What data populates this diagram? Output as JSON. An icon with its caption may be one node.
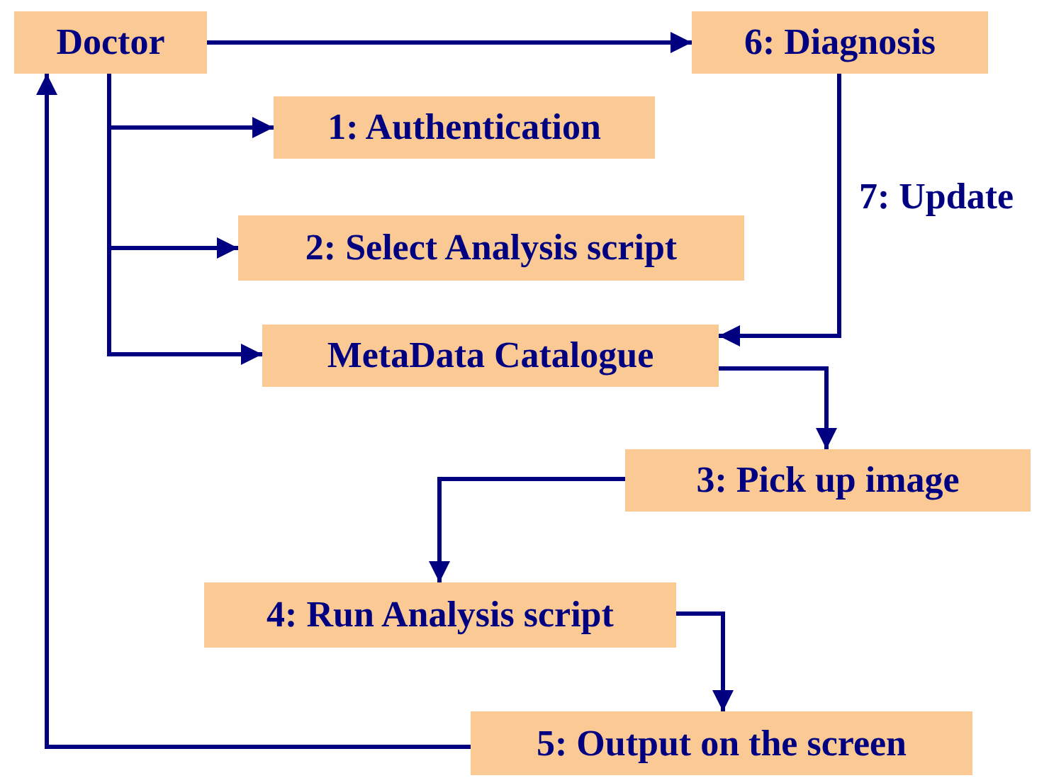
{
  "diagram": {
    "nodes": [
      {
        "text": [
          "Doctor"
        ]
      },
      {
        "text": [
          "6: Diagnosis"
        ]
      },
      {
        "text": [
          "1: Authentication"
        ]
      },
      {
        "text": [
          "2: Select Analysis script"
        ]
      },
      {
        "text": [
          "MetaData Catalogue"
        ]
      },
      {
        "text": [
          "3: Pick up image"
        ]
      },
      {
        "text": [
          "4: Run Analysis script"
        ]
      },
      {
        "text": [
          "5: Output on the screen"
        ]
      }
    ],
    "edges": [
      {
        "from": 0,
        "to": 2,
        "arrow": "to"
      },
      {
        "from": 0,
        "to": 3,
        "arrow": "to"
      },
      {
        "from": 0,
        "to": 4,
        "arrow": "to"
      },
      {
        "from": 0,
        "to": 1,
        "arrow": "to"
      },
      {
        "from": 1,
        "to": 4,
        "arrow": "to",
        "label": "7: Update"
      },
      {
        "from": 4,
        "to": 5,
        "arrow": "to"
      },
      {
        "from": 5,
        "to": 6,
        "arrow": "to"
      },
      {
        "from": 6,
        "to": 7,
        "arrow": "to"
      },
      {
        "from": 7,
        "to": 0,
        "arrow": "to"
      }
    ]
  }
}
